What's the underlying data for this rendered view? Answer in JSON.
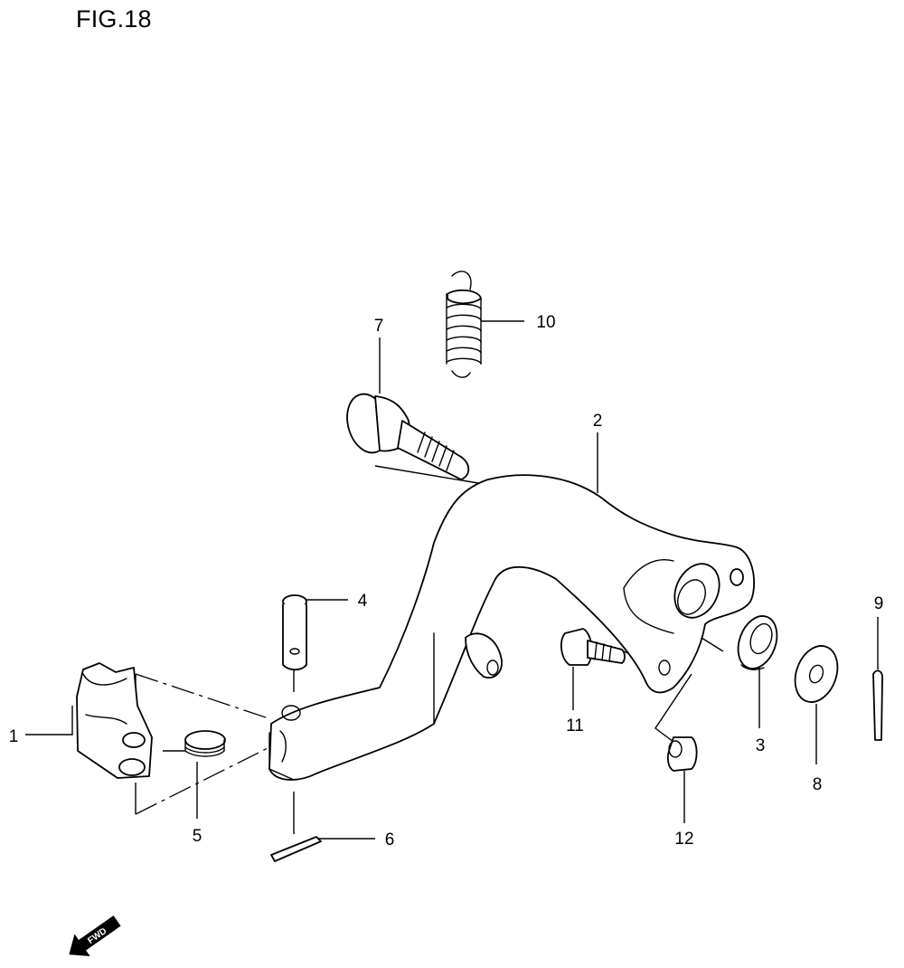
{
  "figure": {
    "title": "FIG.18"
  },
  "callouts": [
    {
      "id": "1",
      "text": "1"
    },
    {
      "id": "2",
      "text": "2"
    },
    {
      "id": "3",
      "text": "3"
    },
    {
      "id": "4",
      "text": "4"
    },
    {
      "id": "5",
      "text": "5"
    },
    {
      "id": "6",
      "text": "6"
    },
    {
      "id": "7",
      "text": "7"
    },
    {
      "id": "8",
      "text": "8"
    },
    {
      "id": "9",
      "text": "9"
    },
    {
      "id": "10",
      "text": "10"
    },
    {
      "id": "11",
      "text": "11"
    },
    {
      "id": "12",
      "text": "12"
    }
  ],
  "direction_marker": {
    "text": "FWD",
    "icon": "forward-arrow-icon"
  }
}
